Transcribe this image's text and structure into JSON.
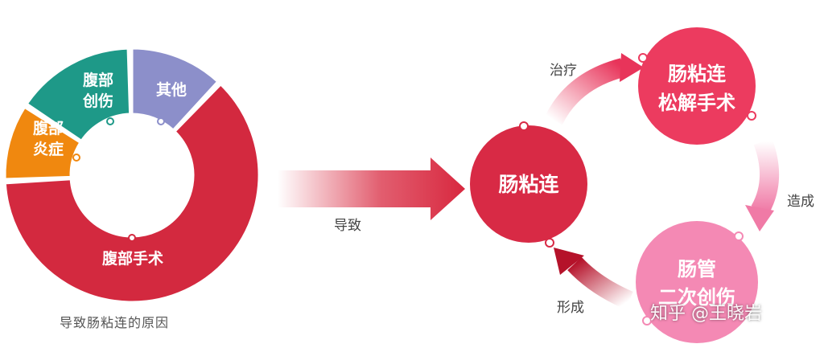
{
  "donut": {
    "caption": "导致肠粘连的原因",
    "segments": [
      {
        "label": "腹部手术",
        "share": 0.64,
        "color": "#d3293f"
      },
      {
        "label": "腹部炎症",
        "share": 0.11,
        "color": "#f0880f"
      },
      {
        "label": "腹部创伤",
        "share": 0.13,
        "color": "#1e9988"
      },
      {
        "label": "其他",
        "share": 0.12,
        "color": "#8c8fca"
      }
    ]
  },
  "flow": {
    "arrow_label": "导致",
    "nodes": [
      {
        "id": "adhesion",
        "label": "肠粘连",
        "color": "#d82a45"
      },
      {
        "id": "surgery",
        "label": "肠粘连松解手术",
        "color": "#ec3b5f"
      },
      {
        "id": "trauma",
        "label": "肠管二次创伤",
        "color": "#f489b4"
      }
    ],
    "edges": [
      {
        "from": "adhesion",
        "to": "surgery",
        "label": "治疗"
      },
      {
        "from": "surgery",
        "to": "trauma",
        "label": "造成"
      },
      {
        "from": "trauma",
        "to": "adhesion",
        "label": "形成"
      }
    ]
  },
  "watermark": "知乎 @王晓岩"
}
